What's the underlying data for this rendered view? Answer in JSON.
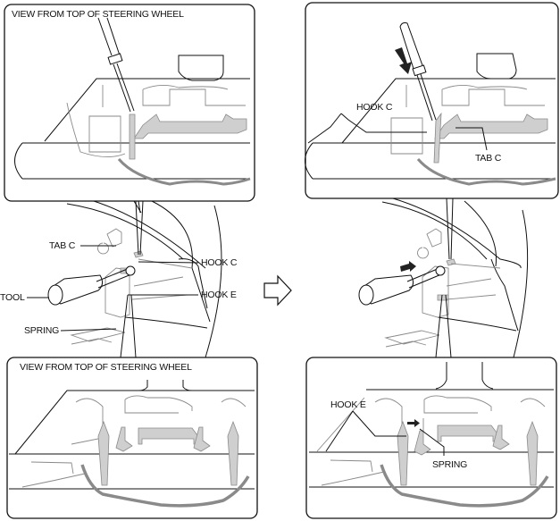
{
  "figure": {
    "type": "service-manual-illustration",
    "step_arrow": "right-outline-arrow-icon"
  },
  "panels": {
    "top_left": {
      "title": "VIEW FROM TOP OF STEERING WHEEL"
    },
    "top_right": {
      "labels": {
        "hook_c": "HOOK C",
        "tab_c": "TAB C"
      }
    },
    "bottom_left": {
      "title": "VIEW FROM TOP OF STEERING WHEEL"
    },
    "bottom_right": {
      "labels": {
        "hook_e": "HOOK E",
        "spring": "SPRING"
      }
    }
  },
  "middle_left": {
    "labels": {
      "tab_c": "TAB C",
      "hook_c": "HOOK C",
      "tool": "TOOL",
      "hook_e": "HOOK E",
      "spring": "SPRING"
    }
  },
  "colors": {
    "line": "#111111",
    "part_gray": "#cfcfcf",
    "outline_gray": "#8a8a8a"
  }
}
